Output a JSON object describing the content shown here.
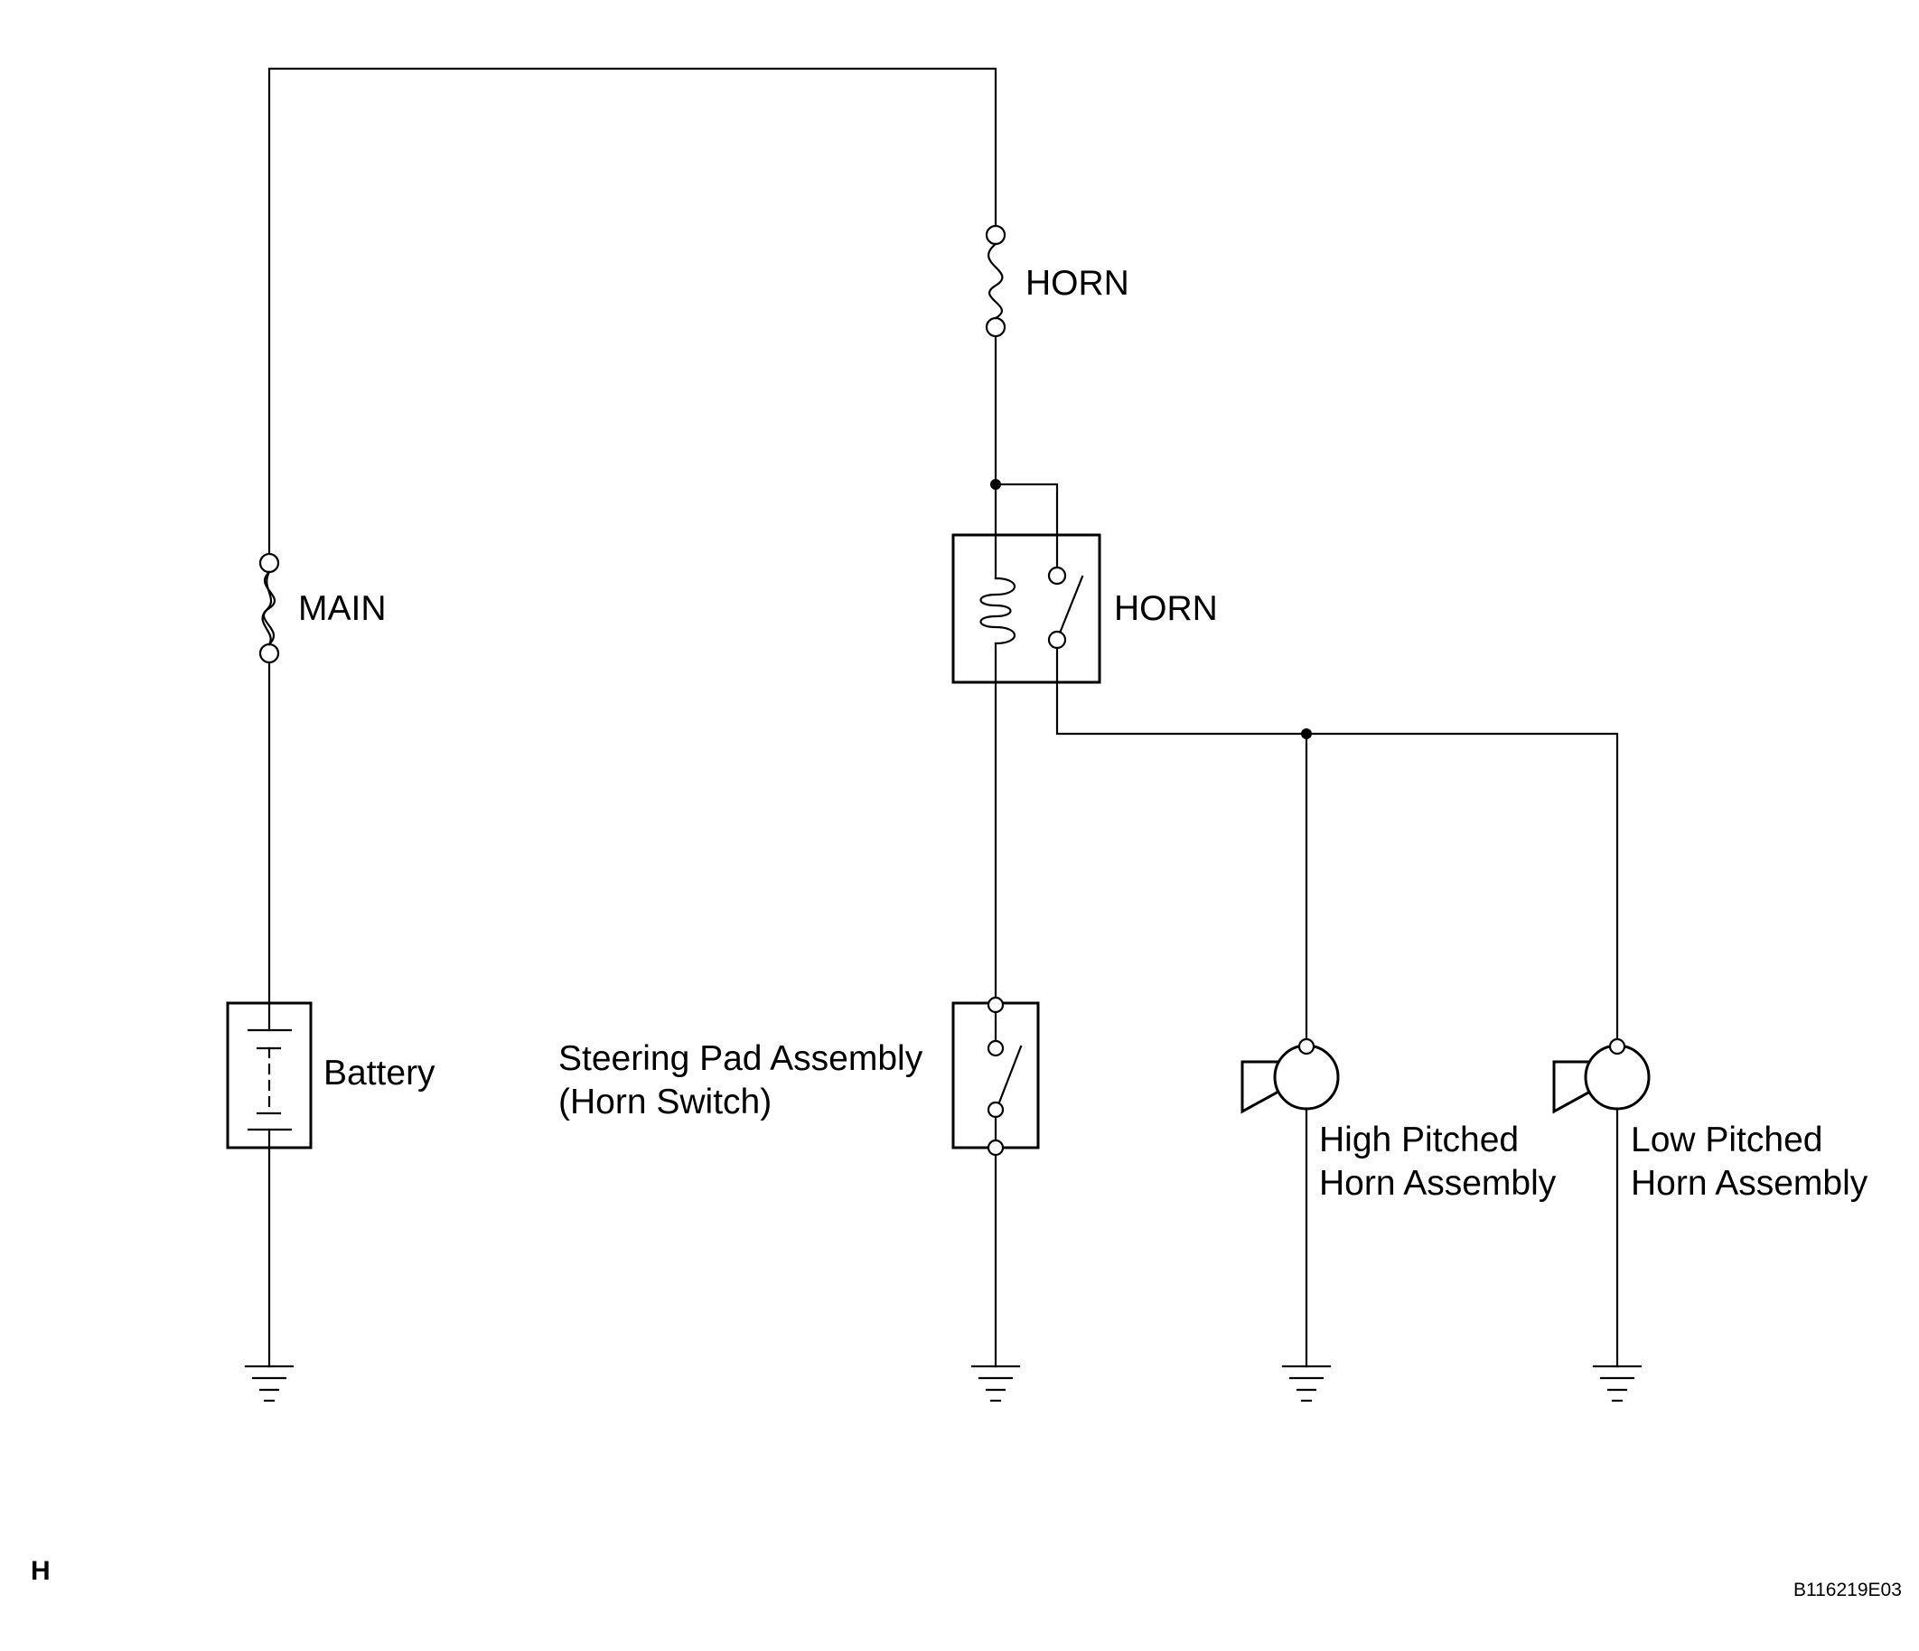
{
  "labels": {
    "main_fuse": "MAIN",
    "horn_fuse": "HORN",
    "horn_relay": "HORN",
    "battery": "Battery",
    "steering_pad_line1": "Steering Pad Assembly",
    "steering_pad_line2": "(Horn Switch)",
    "high_horn_line1": "High Pitched",
    "high_horn_line2": "Horn Assembly",
    "low_horn_line1": "Low Pitched",
    "low_horn_line2": "Horn Assembly",
    "page_letter": "H",
    "figure_code": "B116219E03"
  }
}
